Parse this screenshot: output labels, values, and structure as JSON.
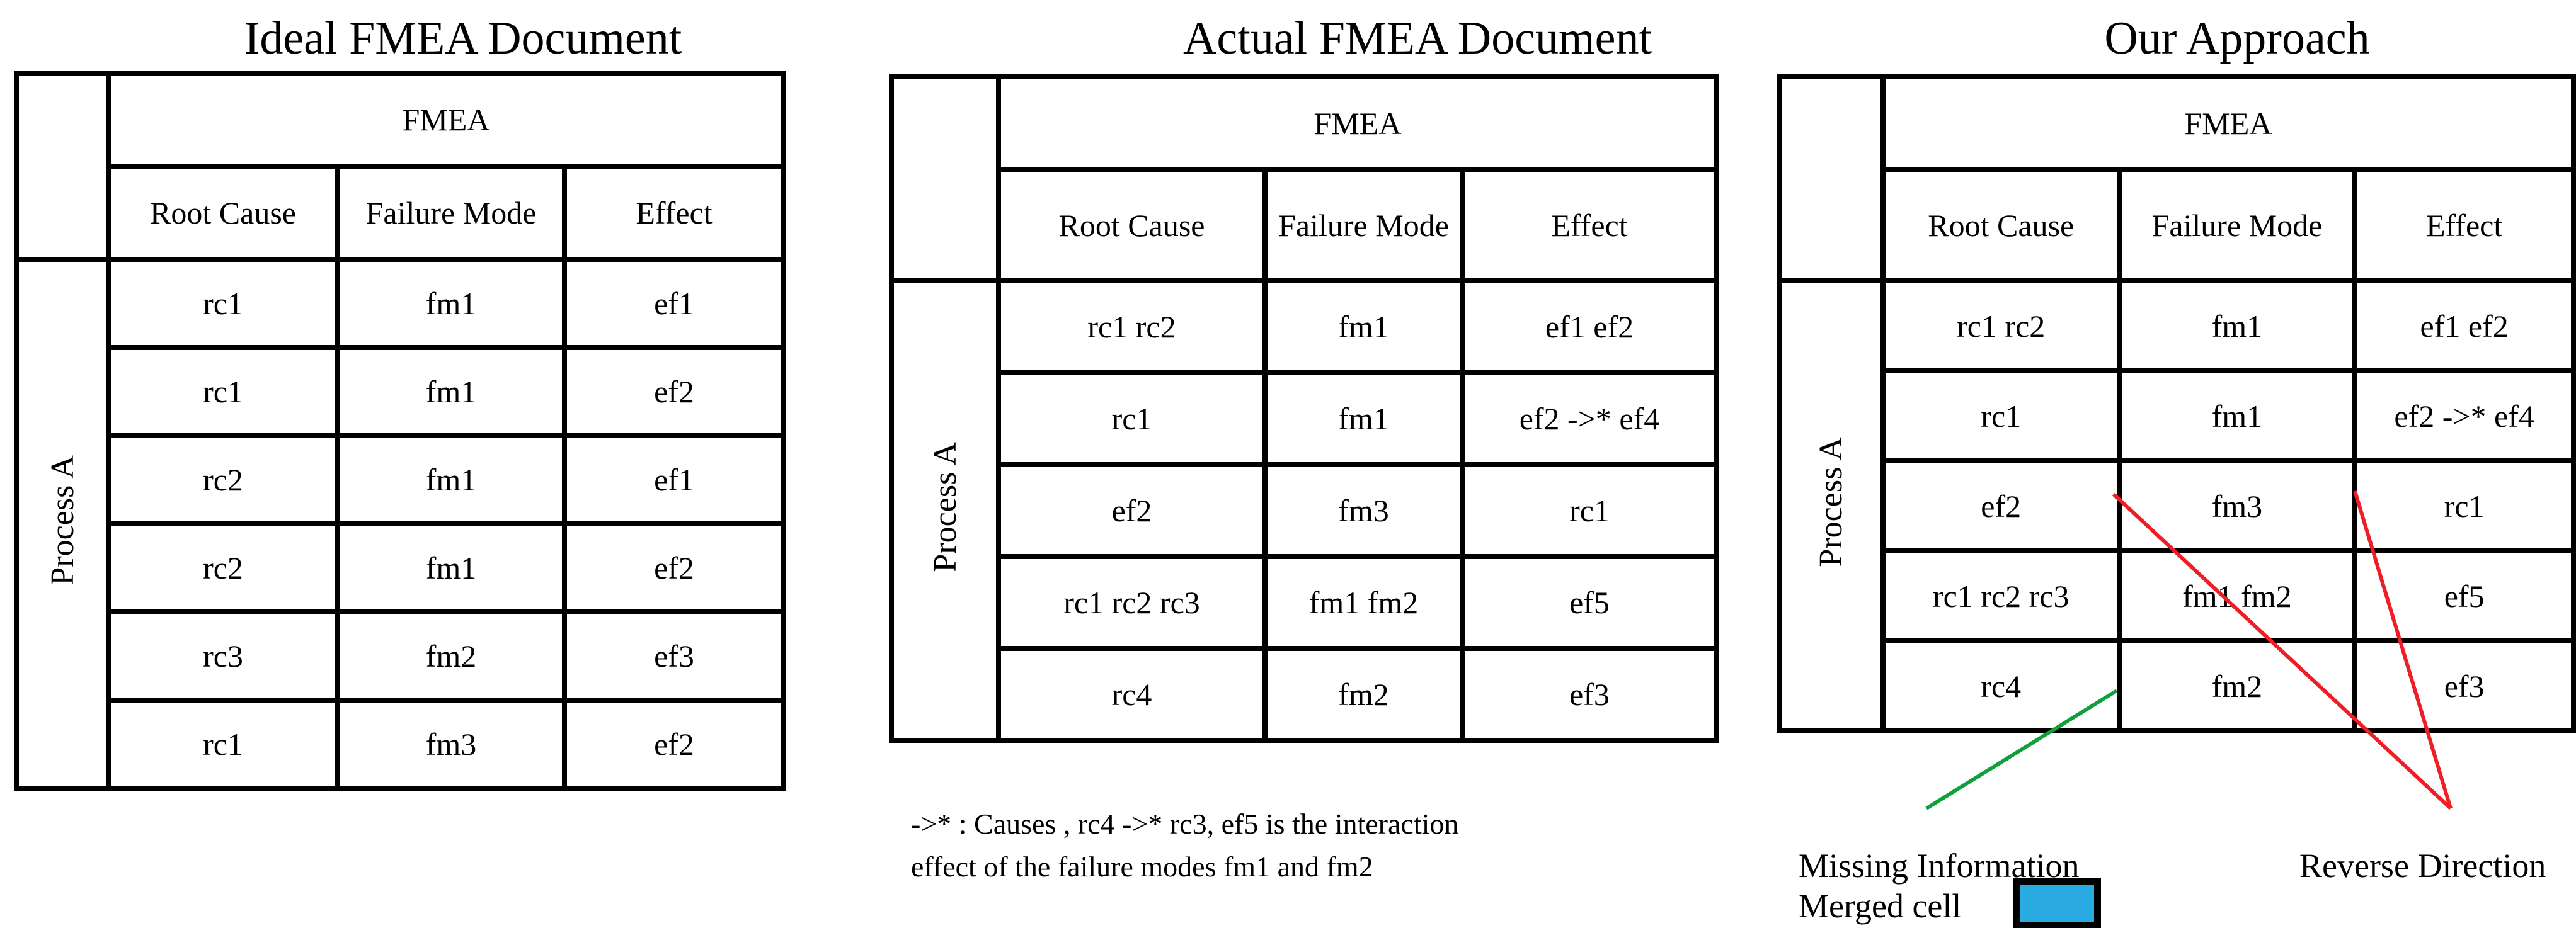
{
  "figure": {
    "colors": {
      "merged_cell": "#29ABE2",
      "reverse_direction_line": "#EF1D25",
      "missing_information_line": "#0FA03C"
    },
    "panels": [
      {
        "title": "Ideal FMEA Document",
        "table": {
          "fmea_label": "FMEA",
          "columns": [
            "Root Cause",
            "Failure Mode",
            "Effect"
          ],
          "row_group_label": "Process A",
          "rows": [
            [
              "rc1",
              "fm1",
              "ef1"
            ],
            [
              "rc1",
              "fm1",
              "ef2"
            ],
            [
              "rc2",
              "fm1",
              "ef1"
            ],
            [
              "rc2",
              "fm1",
              "ef2"
            ],
            [
              "rc3",
              "fm2",
              "ef3"
            ],
            [
              "rc1",
              "fm3",
              "ef2"
            ]
          ]
        }
      },
      {
        "title": "Actual FMEA Document",
        "table": {
          "fmea_label": "FMEA",
          "columns": [
            "Root Cause",
            "Failure Mode",
            "Effect"
          ],
          "row_group_label": "Process A",
          "rows": [
            [
              "rc1 rc2",
              "fm1",
              "ef1 ef2"
            ],
            [
              "rc1",
              "fm1",
              "ef2 ->* ef4"
            ],
            [
              "ef2",
              "fm3",
              "rc1"
            ],
            [
              "rc1 rc2 rc3",
              "fm1 fm2",
              "ef5"
            ],
            [
              "rc4",
              "fm2",
              "ef3"
            ]
          ]
        },
        "note_lines": [
          "->* : Causes , rc4 ->* rc3, ef5 is the interaction",
          "effect of the failure modes fm1 and fm2"
        ]
      },
      {
        "title": "Our Approach",
        "table": {
          "fmea_label": "FMEA",
          "columns": [
            "Root Cause",
            "Failure Mode",
            "Effect"
          ],
          "row_group_label": "Process A",
          "rows": [
            [
              "rc1 rc2",
              "fm1",
              "ef1 ef2"
            ],
            [
              "rc1",
              "fm1",
              "ef2 ->* ef4"
            ],
            [
              "ef2",
              "fm3",
              "rc1"
            ],
            [
              "rc1 rc2 rc3",
              "fm1 fm2",
              "ef5"
            ],
            [
              "rc4",
              "fm2",
              "ef3"
            ]
          ],
          "highlighted_cells": [
            [
              0,
              0
            ],
            [
              0,
              2
            ],
            [
              1,
              2
            ],
            [
              3,
              0
            ],
            [
              3,
              1
            ]
          ]
        },
        "legend": {
          "missing_information": "Missing Information",
          "reverse_direction": "Reverse Direction",
          "merged_cell": "Merged cell"
        }
      }
    ]
  }
}
